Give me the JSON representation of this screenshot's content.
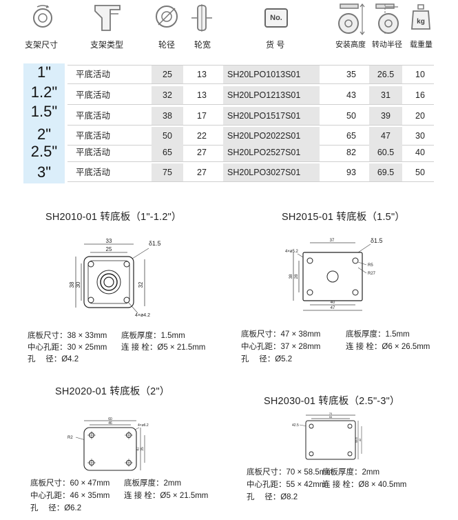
{
  "header": {
    "labels": {
      "bracket_size": "支架尺寸",
      "bracket_type": "支架类型",
      "wheel_dia": "轮径",
      "wheel_width": "轮宽",
      "part_no": "货 号",
      "install_height": "安装高度",
      "swivel_radius": "转动半径",
      "load": "载重量"
    },
    "icons": {
      "bracket_size": "wheel-circle-icon",
      "bracket_type": "bracket-icon",
      "wheel_dia": "diameter-icon",
      "wheel_width": "wheel-width-icon",
      "part_no": "number-badge-icon",
      "install_height": "caster-height-icon",
      "swivel_radius": "caster-radius-icon",
      "load": "weight-kg-icon"
    },
    "no_badge": "No.",
    "kg_badge": "kg"
  },
  "sizes": [
    "1\"",
    "1.2\"",
    "1.5\"",
    "2\"",
    "2.5\"",
    "3\""
  ],
  "rows": [
    {
      "type": "平底活动",
      "dia": "25",
      "width": "13",
      "part": "SH20LPO1013S01",
      "height": "35",
      "radius": "26.5",
      "load": "10"
    },
    {
      "type": "平底活动",
      "dia": "32",
      "width": "13",
      "part": "SH20LPO1213S01",
      "height": "43",
      "radius": "31",
      "load": "16"
    },
    {
      "type": "平底活动",
      "dia": "38",
      "width": "17",
      "part": "SH20LPO1517S01",
      "height": "50",
      "radius": "39",
      "load": "20"
    },
    {
      "type": "平底活动",
      "dia": "50",
      "width": "22",
      "part": "SH20LPO2022S01",
      "height": "65",
      "radius": "47",
      "load": "30"
    },
    {
      "type": "平底活动",
      "dia": "65",
      "width": "27",
      "part": "SH20LPO2527S01",
      "height": "82",
      "radius": "60.5",
      "load": "40"
    },
    {
      "type": "平底活动",
      "dia": "75",
      "width": "27",
      "part": "SH20LPO3027S01",
      "height": "93",
      "radius": "69.5",
      "load": "50"
    }
  ],
  "plates": {
    "p1": {
      "title": "SH2010-01 转底板（1\"-1.2\"）",
      "dims": {
        "top1": "33",
        "top2": "25",
        "left1": "38",
        "left2": "30",
        "right": "32",
        "hole": "δ1.5",
        "holes": "4×ø4.2"
      },
      "spec": {
        "l1": "底板尺寸：38 × 33mm",
        "r1": "底板厚度：1.5mm",
        "l2": "中心孔距：30 × 25mm",
        "r2": "连 接 栓：Ø5 × 21.5mm",
        "l3": "孔　 径：Ø4.2"
      }
    },
    "p2": {
      "title": "SH2015-01 转底板（1.5\"）",
      "dims": {
        "top": "37",
        "hole": "δ1.5",
        "holes": "4×ø5.2",
        "r1": "R5",
        "r2": "R27",
        "left1": "38",
        "left2": "28",
        "bot1": "40",
        "bot2": "47"
      },
      "spec": {
        "l1": "底板尺寸：47 × 38mm",
        "r1": "底板厚度：1.5mm",
        "l2": "中心孔距：37 × 28mm",
        "r2": "连 接 栓：Ø6 × 26.5mm",
        "l3": "孔　 径：Ø5.2"
      }
    },
    "p3": {
      "title": "SH2020-01 转底板（2\"）",
      "dims": {
        "top1": "60",
        "top2": "46",
        "left": "R2",
        "right1": "47",
        "right2": "35",
        "holes": "4×ø6.2"
      },
      "spec": {
        "l1": "底板尺寸：60 × 47mm",
        "r1": "底板厚度：2mm",
        "l2": "中心孔距：46 × 35mm",
        "r2": "连 接 栓：Ø5 × 21.5mm",
        "l3": "孔　 径：Ø6.2"
      }
    },
    "p4": {
      "title": "SH2030-01 转底板（2.5\"-3\"）",
      "dims": {
        "top1": "70",
        "top2": "55",
        "left": "42.5",
        "right1": "58.5",
        "right2": "42"
      },
      "spec": {
        "l1": "底板尺寸：70 × 58.5mm",
        "r1": "底板厚度：2mm",
        "l2": "中心孔距：55 × 42mm",
        "r2": "连 接 栓：Ø8 × 40.5mm",
        "l3": "孔　 径：Ø8.2"
      }
    }
  }
}
